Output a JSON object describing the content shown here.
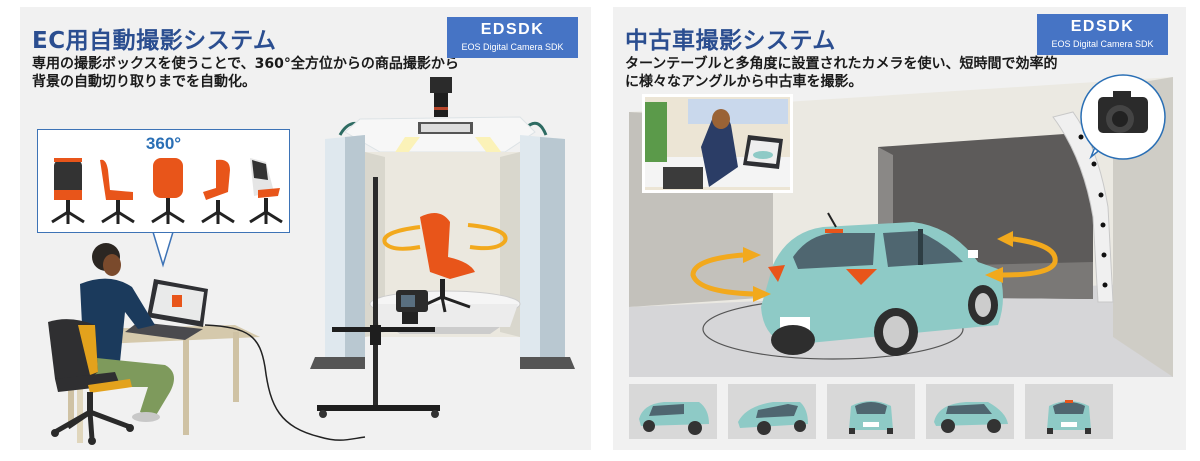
{
  "left_panel": {
    "title": "EC用自動撮影システム",
    "description": "専用の撮影ボックスを使うことで、360°全方位からの商品撮影から背景の自動切り取りまでを自動化。",
    "badge": {
      "title": "EDSDK",
      "subtitle": "EOS Digital Camera SDK"
    },
    "callout_label": "360°",
    "chair_views": [
      "back",
      "side-left",
      "front",
      "three-quarter",
      "rear-three-quarter"
    ],
    "illustration": [
      "person-at-laptop-icon",
      "photo-booth-icon",
      "camera-on-stand-icon",
      "rotating-chair-icon",
      "rotation-arrows-icon"
    ]
  },
  "right_panel": {
    "title": "中古車撮影システム",
    "description": "ターンテーブルと多角度に設置されたカメラを使い、短時間で効率的に様々なアングルから中古車を撮影。",
    "badge": {
      "title": "EDSDK",
      "subtitle": "EOS Digital Camera SDK"
    },
    "illustration": [
      "office-worker-inset-icon",
      "garage-icon",
      "camera-arch-icon",
      "car-icon",
      "turntable-icon",
      "rotation-arrows-icon",
      "dslr-camera-callout-icon"
    ],
    "car_views": [
      "rear-left",
      "front-left",
      "front",
      "side-left",
      "rear"
    ]
  },
  "colors": {
    "title": "#2b4e90",
    "badge": "#4674c5",
    "panel_bg": "#f1f1f1",
    "chair_orange": "#e8551a",
    "arrow_yellow": "#f2a91d",
    "car_teal": "#8ecac6"
  }
}
